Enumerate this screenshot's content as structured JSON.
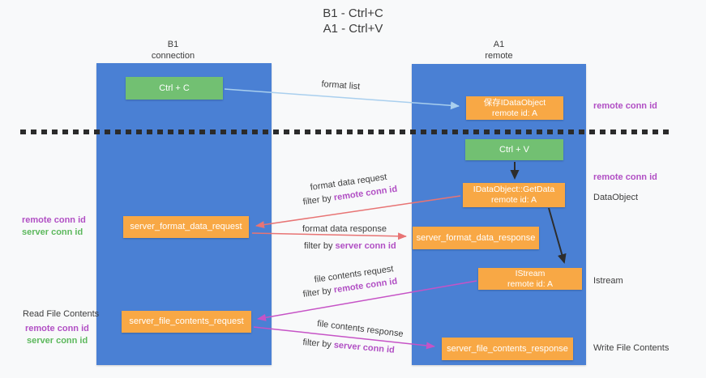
{
  "title": {
    "line1": "B1 - Ctrl+C",
    "line2": "A1 - Ctrl+V"
  },
  "columns": {
    "left": {
      "header_line1": "B1",
      "header_line2": "connection"
    },
    "right": {
      "header_line1": "A1",
      "header_line2": "remote"
    }
  },
  "boxes": {
    "ctrl_c": "Ctrl + C",
    "ctrl_v": "Ctrl + V",
    "save_idataobject": {
      "line1": "保存IDataObject",
      "line2": "remote id: A"
    },
    "getdata": {
      "line1": "IDataObject::GetData",
      "line2": "remote id: A"
    },
    "istream": {
      "line1": "IStream",
      "line2": "remote id: A"
    },
    "server_format_data_request": "server_format_data_request",
    "server_format_data_response": "server_format_data_response",
    "server_file_contents_request": "server_file_contents_request",
    "server_file_contents_response": "server_file_contents_response"
  },
  "arrow_labels": {
    "format_list": "format list",
    "format_data_request": {
      "label": "format data request",
      "filter_prefix": "filter by ",
      "filter_value": "remote conn id"
    },
    "format_data_response": {
      "label": "format data response",
      "filter_prefix": "filter by ",
      "filter_value": "server conn id"
    },
    "file_contents_request": {
      "label": "file contents request",
      "filter_prefix": "filter by ",
      "filter_value": "remote conn id"
    },
    "file_contents_response": {
      "label": "file contents response",
      "filter_prefix": "filter by ",
      "filter_value": "server conn id"
    }
  },
  "side_labels": {
    "right_top_remote": "remote conn id",
    "right_mid_remote": "remote conn id",
    "right_dataobject": "DataObject",
    "right_istream": "Istream",
    "right_write_file": "Write File Contents",
    "left_mid_remote": "remote conn id",
    "left_mid_server": "server conn id",
    "left_read_file": "Read File Contents",
    "left_bottom_remote": "remote conn id",
    "left_bottom_server": "server conn id"
  },
  "colors": {
    "background": "#f8f9fa",
    "column_blue": "#4a80d4",
    "box_green": "#72c072",
    "box_orange": "#f8a845",
    "label_purple": "#b14fc4",
    "label_green": "#5cb85c",
    "arrow_blue": "#a9cfee",
    "arrow_salmon": "#e87474",
    "arrow_magenta": "#c653c6",
    "arrow_black": "#2d2d2d",
    "text_dark": "#3d3d3d"
  }
}
